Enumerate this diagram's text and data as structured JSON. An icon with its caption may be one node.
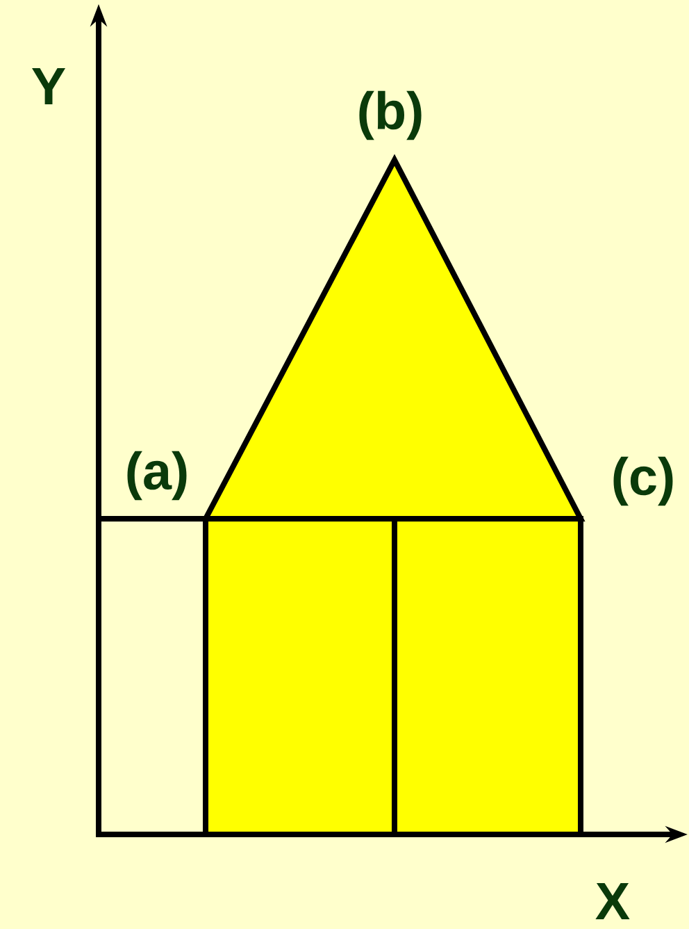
{
  "diagram": {
    "labels": [
      "Y",
      "(b)",
      "(a)",
      "(c)",
      "X"
    ]
  }
}
